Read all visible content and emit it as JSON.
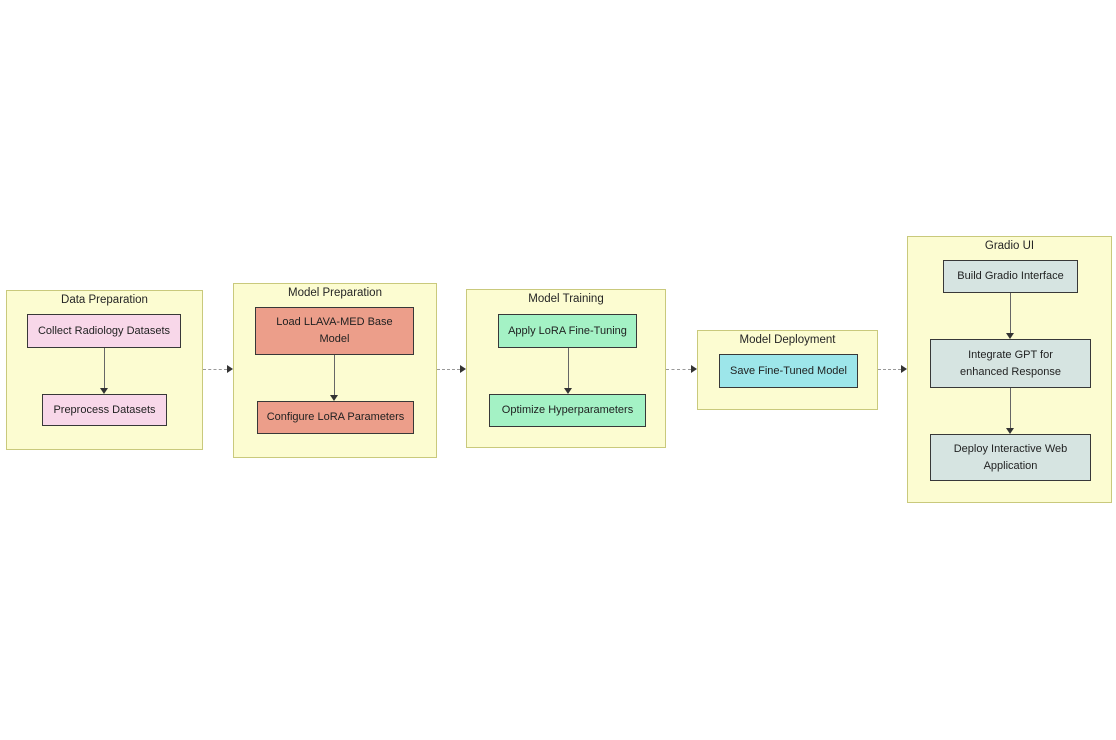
{
  "diagram": {
    "type": "flowchart",
    "direction": "left-to-right",
    "colors": {
      "group_fill": "#fcfcd1",
      "group_border": "#c9c97c",
      "node_border": "#383838",
      "data_preparation_fill": "#f8d7e9",
      "model_preparation_fill": "#ec9e8a",
      "model_training_fill": "#a4f2c5",
      "model_deployment_fill": "#9de6ea",
      "gradio_ui_fill": "#d6e4e1",
      "solid_arrow": "#666666",
      "dashed_connector": "#999999",
      "arrowhead": "#333333",
      "canvas_background": "#ffffff"
    },
    "groups": [
      {
        "title": "Data Preparation",
        "nodes": [
          {
            "label": "Collect Radiology Datasets"
          },
          {
            "label": "Preprocess Datasets"
          }
        ]
      },
      {
        "title": "Model Preparation",
        "nodes": [
          {
            "label": "Load LLAVA-MED Base\nModel"
          },
          {
            "label": "Configure LoRA Parameters"
          }
        ]
      },
      {
        "title": "Model Training",
        "nodes": [
          {
            "label": "Apply LoRA Fine-Tuning"
          },
          {
            "label": "Optimize Hyperparameters"
          }
        ]
      },
      {
        "title": "Model Deployment",
        "nodes": [
          {
            "label": "Save Fine-Tuned Model"
          }
        ]
      },
      {
        "title": "Gradio UI",
        "nodes": [
          {
            "label": "Build Gradio Interface"
          },
          {
            "label": "Integrate GPT for\nenhanced Response"
          },
          {
            "label": "Deploy Interactive Web\nApplication"
          }
        ]
      }
    ],
    "edges_within_groups": [
      {
        "from": "Collect Radiology Datasets",
        "to": "Preprocess Datasets",
        "style": "solid-arrow"
      },
      {
        "from": "Load LLAVA-MED Base Model",
        "to": "Configure LoRA Parameters",
        "style": "solid-arrow"
      },
      {
        "from": "Apply LoRA Fine-Tuning",
        "to": "Optimize Hyperparameters",
        "style": "solid-arrow"
      },
      {
        "from": "Build Gradio Interface",
        "to": "Integrate GPT for enhanced Response",
        "style": "solid-arrow"
      },
      {
        "from": "Integrate GPT for enhanced Response",
        "to": "Deploy Interactive Web Application",
        "style": "solid-arrow"
      }
    ],
    "edges_between_groups": [
      {
        "from": "Data Preparation",
        "to": "Model Preparation",
        "style": "dashed-arrow"
      },
      {
        "from": "Model Preparation",
        "to": "Model Training",
        "style": "dashed-arrow"
      },
      {
        "from": "Model Training",
        "to": "Model Deployment",
        "style": "dashed-arrow"
      },
      {
        "from": "Model Deployment",
        "to": "Gradio UI",
        "style": "dashed-arrow"
      }
    ]
  }
}
